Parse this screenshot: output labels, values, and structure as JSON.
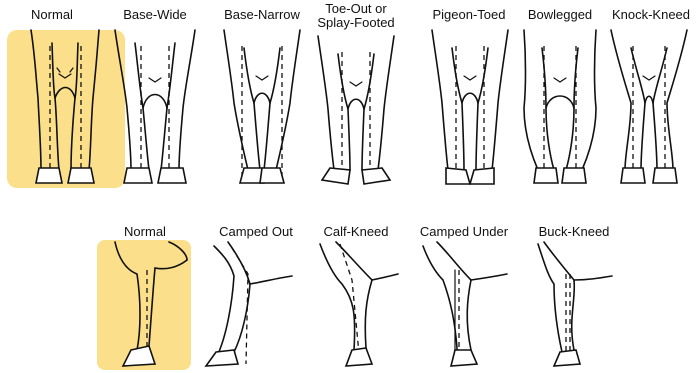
{
  "highlight_color": "#FBDF8A",
  "front_view": {
    "items": [
      {
        "label": "Normal",
        "highlighted": true
      },
      {
        "label": "Base-Wide"
      },
      {
        "label": "Base-Narrow"
      },
      {
        "label": "Toe-Out or\nSplay-Footed"
      },
      {
        "label": "Pigeon-Toed"
      },
      {
        "label": "Bowlegged"
      },
      {
        "label": "Knock-Kneed"
      }
    ]
  },
  "side_view": {
    "items": [
      {
        "label": "Normal",
        "highlighted": true
      },
      {
        "label": "Camped Out"
      },
      {
        "label": "Calf-Kneed"
      },
      {
        "label": "Camped Under"
      },
      {
        "label": "Buck-Kneed"
      }
    ]
  }
}
